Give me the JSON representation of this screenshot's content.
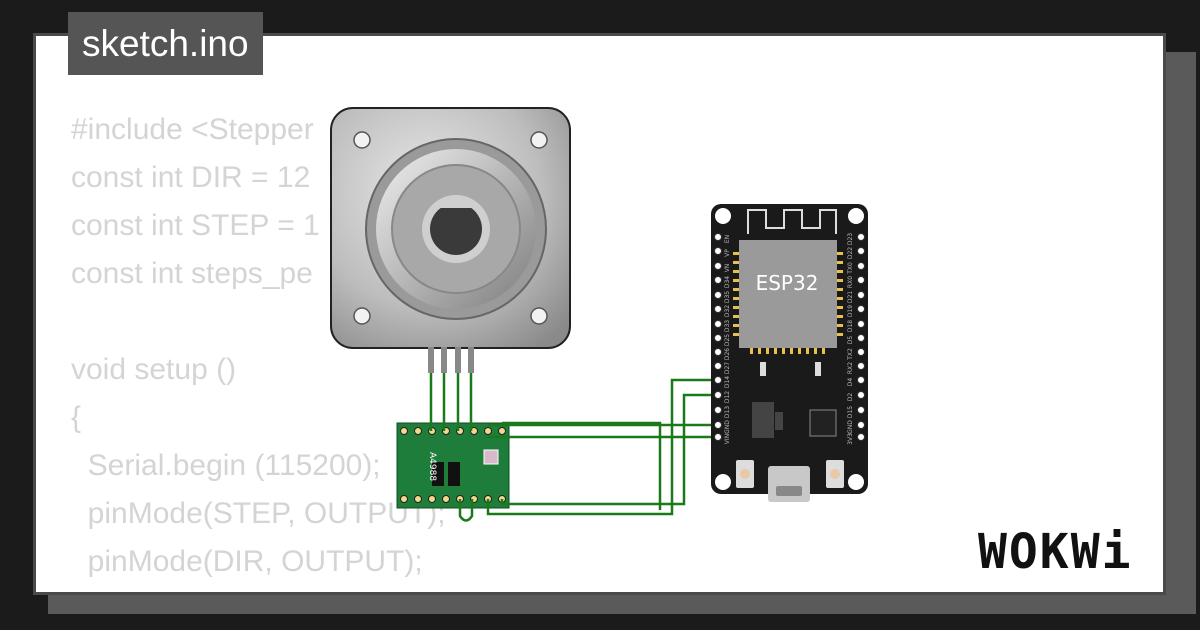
{
  "editor": {
    "filename": "sketch.ino",
    "code_lines": [
      "#include <Stepper",
      "const int DIR = 12",
      "const int STEP = 1",
      "const int steps_pe",
      "",
      "void setup ()",
      "{",
      "  Serial.begin (115200);",
      "  pinMode(STEP, OUTPUT);",
      "  pinMode(DIR, OUTPUT);"
    ]
  },
  "circuit": {
    "esp32_label": "ESP32",
    "wire_color": "#1a7a1a",
    "driver_color": "#1e7d3a",
    "esp32_left_pins": [
      "EN",
      "VP",
      "VN",
      "D34",
      "D35",
      "D32",
      "D33",
      "D25",
      "D26",
      "D27",
      "D14",
      "D12",
      "D13",
      "GND",
      "VIN"
    ],
    "esp32_right_pins": [
      "D23",
      "D22",
      "TX0",
      "RX0",
      "D21",
      "D19",
      "D18",
      "D5",
      "TX2",
      "RX2",
      "D4",
      "D2",
      "D15",
      "GND",
      "3V3"
    ]
  },
  "brand": {
    "logo_text": "WOKWi"
  }
}
